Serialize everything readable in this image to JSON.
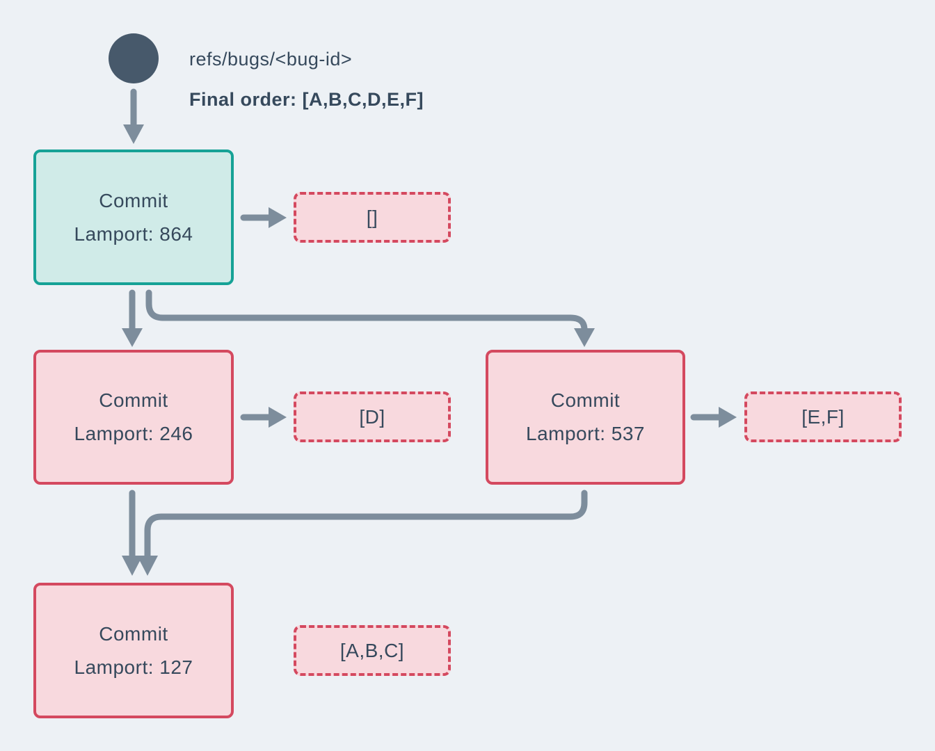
{
  "colors": {
    "bg": "#edf1f5",
    "text": "#36495c",
    "circle": "#47596b",
    "arrow": "#7d8d9c",
    "teal_border": "#16a296",
    "teal_fill": "#d0ebe8",
    "pink_border": "#d4495f",
    "pink_fill": "#f8d9de"
  },
  "header": {
    "ref_label": "refs/bugs/<bug-id>",
    "final_order_label": "Final order: [A,B,C,D,E,F]"
  },
  "nodes": [
    {
      "id": "commit-864",
      "title": "Commit",
      "subtitle": "Lamport: 864",
      "variant": "teal"
    },
    {
      "id": "commit-246",
      "title": "Commit",
      "subtitle": "Lamport: 246",
      "variant": "pink"
    },
    {
      "id": "commit-537",
      "title": "Commit",
      "subtitle": "Lamport: 537",
      "variant": "pink"
    },
    {
      "id": "commit-127",
      "title": "Commit",
      "subtitle": "Lamport: 127",
      "variant": "pink"
    }
  ],
  "payloads": [
    {
      "id": "payload-864",
      "text": "[]"
    },
    {
      "id": "payload-246",
      "text": "[D]"
    },
    {
      "id": "payload-537",
      "text": "[E,F]"
    },
    {
      "id": "payload-127",
      "text": "[A,B,C]"
    }
  ]
}
